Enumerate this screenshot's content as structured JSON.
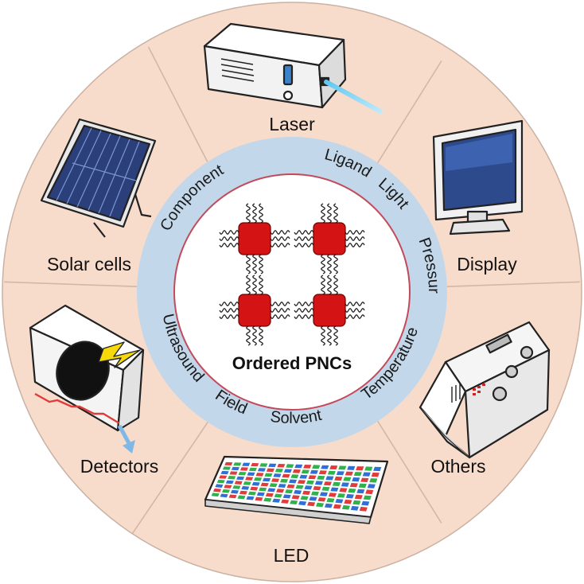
{
  "title": "Ordered PNCs",
  "applications": [
    "Laser",
    "Display",
    "Others",
    "LED",
    "Detectors",
    "Solar cells"
  ],
  "factors": [
    "Ligand",
    "Light",
    "Pressure",
    "Ultrasound",
    "Field",
    "Solvent",
    "Temperature",
    "Component"
  ],
  "colors": {
    "outer_ring": "#f8dccb",
    "inner_ring": "#c3d7ea",
    "divider": "#d2b6a6",
    "cube": "#d41414",
    "center_border": "#c24a5a"
  }
}
